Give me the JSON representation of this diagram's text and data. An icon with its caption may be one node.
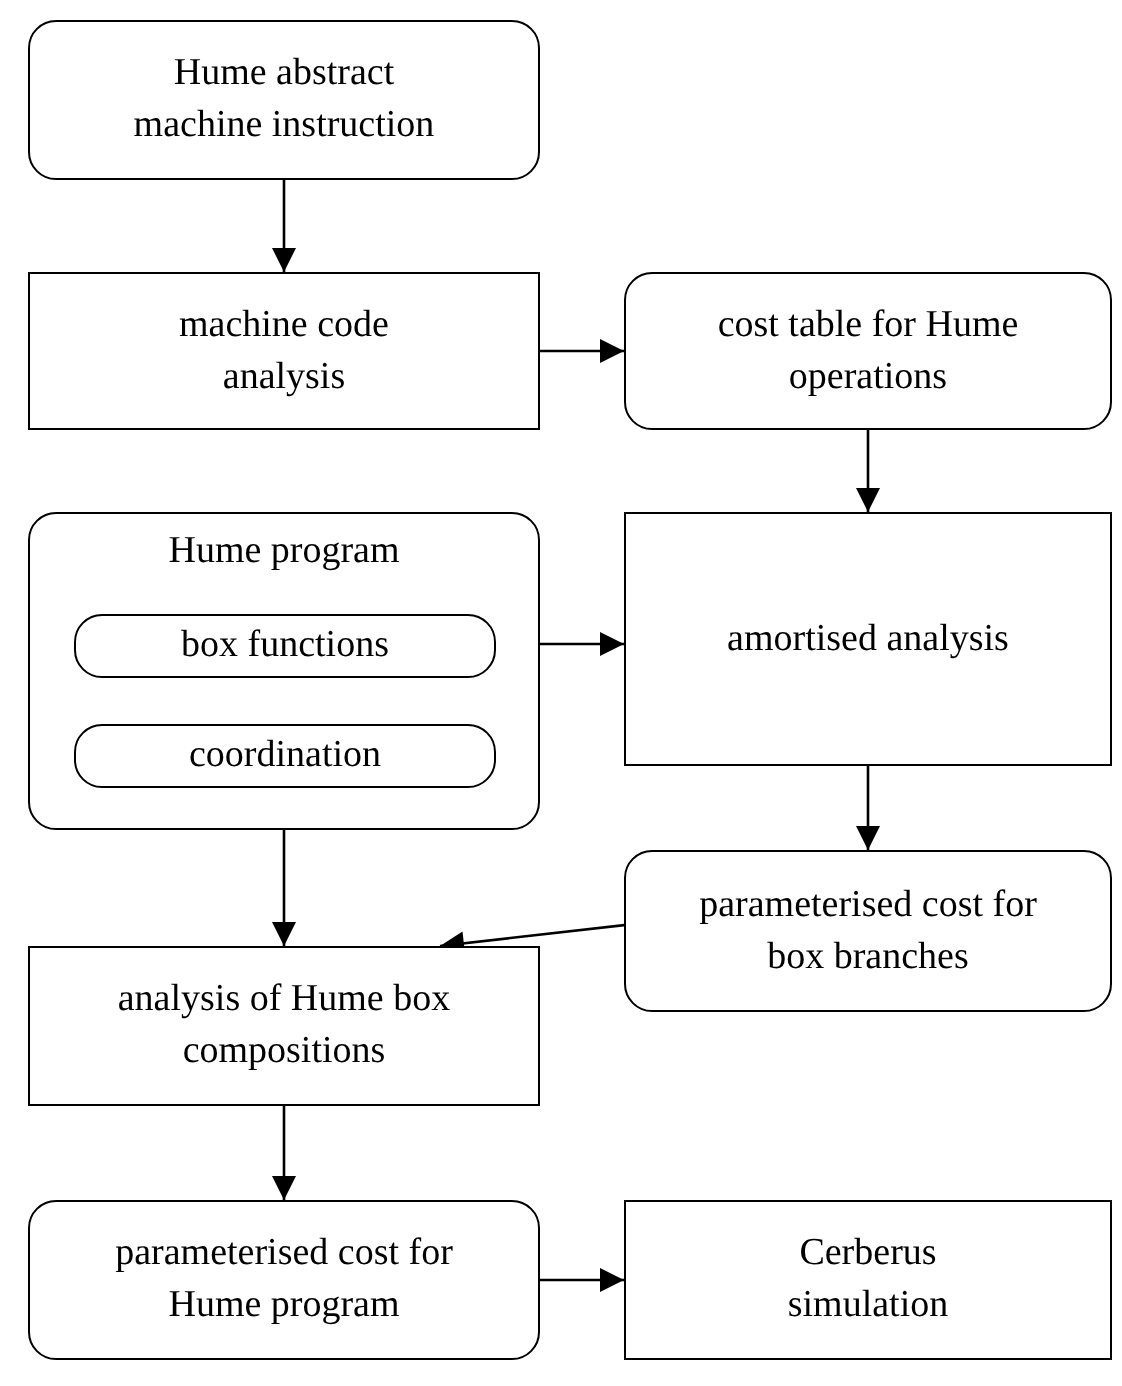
{
  "diagram": {
    "nodes": [
      {
        "text": [
          "Hume abstract machine instruction"
        ]
      },
      {
        "text": [
          "machine code analysis"
        ]
      },
      {
        "text": [
          "cost table for Hume operations"
        ]
      },
      {
        "text": [
          "Hume program"
        ]
      },
      {
        "text": [
          "box functions"
        ],
        "in": 3
      },
      {
        "text": [
          "coordination"
        ],
        "in": 3
      },
      {
        "text": [
          "amortised analysis"
        ]
      },
      {
        "text": [
          "parameterised cost for box branches"
        ]
      },
      {
        "text": [
          "analysis of Hume box compositions"
        ]
      },
      {
        "text": [
          "parameterised cost for Hume program"
        ]
      },
      {
        "text": [
          "Cerberus simulation"
        ]
      }
    ],
    "edges": [
      {
        "from": 0,
        "to": 1,
        "arrow": "to"
      },
      {
        "from": 1,
        "to": 2,
        "arrow": "to"
      },
      {
        "from": 2,
        "to": 6,
        "arrow": "to"
      },
      {
        "from": 4,
        "to": 6,
        "arrow": "to"
      },
      {
        "from": 6,
        "to": 7,
        "arrow": "to"
      },
      {
        "from": 7,
        "to": 8,
        "arrow": "to"
      },
      {
        "from": 3,
        "to": 8,
        "arrow": "to"
      },
      {
        "from": 8,
        "to": 9,
        "arrow": "to"
      },
      {
        "from": 9,
        "to": 10,
        "arrow": "to"
      }
    ]
  }
}
